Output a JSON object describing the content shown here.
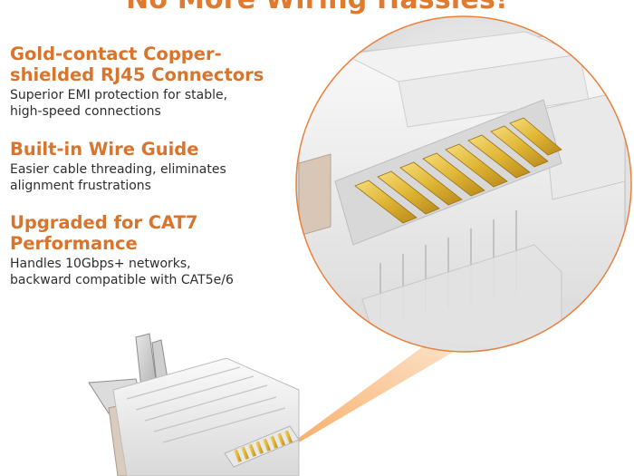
{
  "headline": "No More Wiring Hassles!",
  "features": [
    {
      "title_lines": [
        "Gold-contact Copper-",
        "shielded RJ45 Connectors"
      ],
      "desc_lines": [
        "Superior EMI protection for stable,",
        "high-speed connections"
      ]
    },
    {
      "title_lines": [
        "Built-in Wire Guide"
      ],
      "desc_lines": [
        "Easier cable threading, eliminates",
        "alignment frustrations"
      ]
    },
    {
      "title_lines": [
        "Upgraded for CAT7",
        "Performance"
      ],
      "desc_lines": [
        "Handles 10Gbps+ networks,",
        "backward compatible with CAT5e/6"
      ]
    }
  ],
  "colors": {
    "accent_orange": "#d9742d",
    "text_dark": "#2e2e2e",
    "gold": "#e8c24a",
    "zoom_beam": "#f4a45a"
  },
  "illustration": {
    "subject": "rj45-connector",
    "detail": "magnified-gold-contacts"
  }
}
